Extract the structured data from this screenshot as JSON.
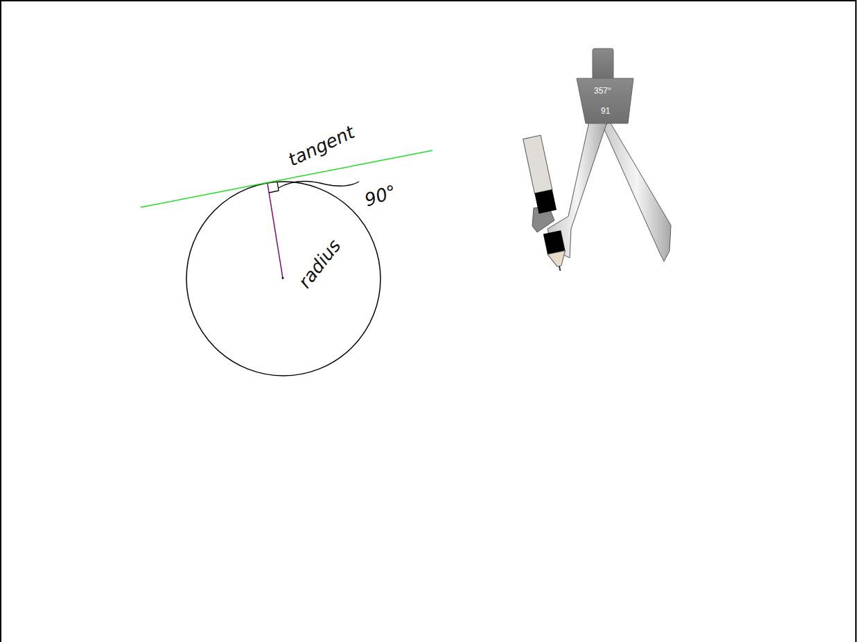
{
  "diagram": {
    "labels": [
      "tangent",
      "radius",
      "90°",
      "357°",
      "91"
    ]
  }
}
